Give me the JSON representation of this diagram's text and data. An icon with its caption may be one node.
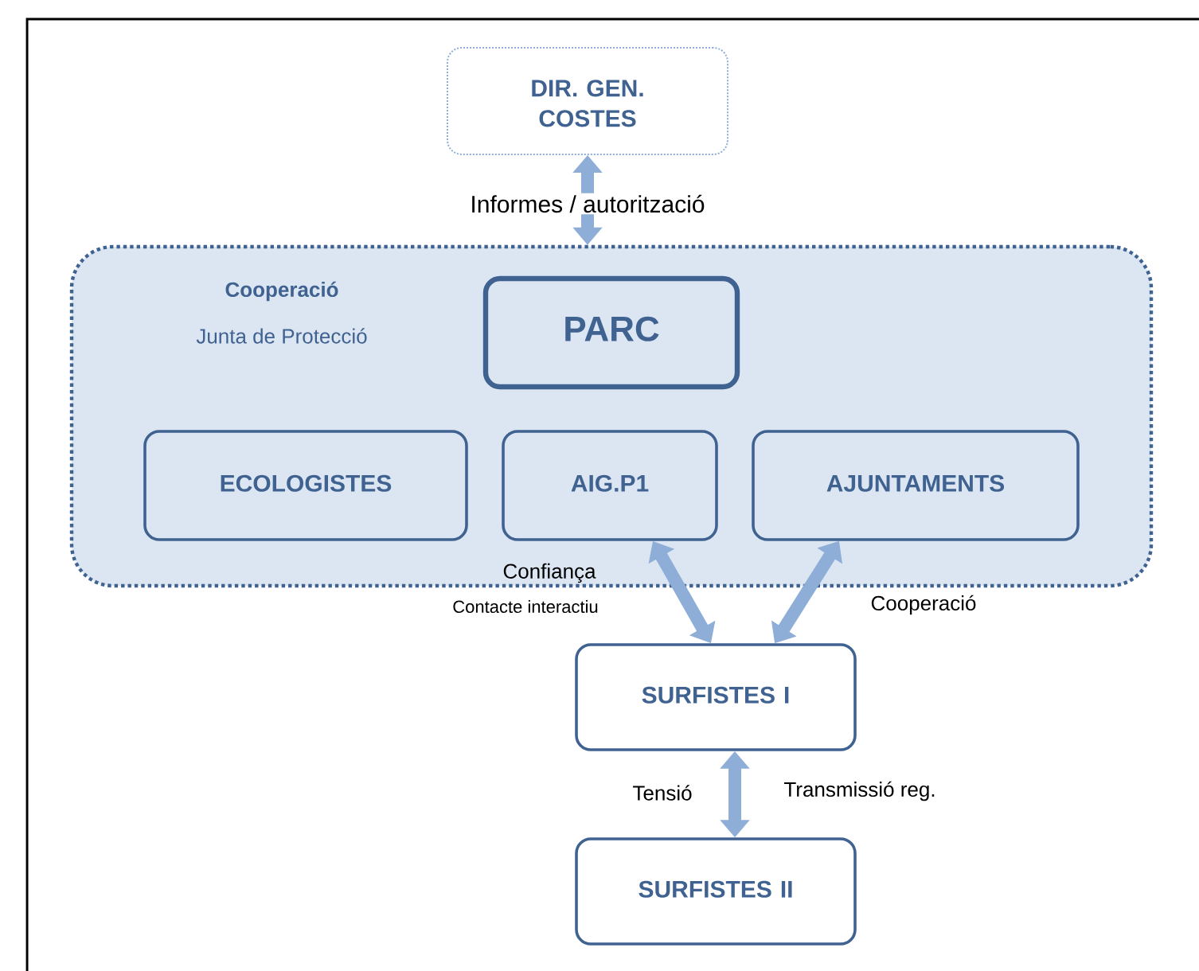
{
  "diagram": {
    "nodes": [
      {
        "text": [
          "DIR. GEN. COSTES"
        ]
      },
      {
        "text": [
          "Cooperació",
          "Junta de Protecció"
        ]
      },
      {
        "text": [
          "PARC"
        ],
        "in": 1
      },
      {
        "text": [
          "ECOLOGISTES"
        ],
        "in": 1
      },
      {
        "text": [
          "AIG.P1"
        ],
        "in": 1
      },
      {
        "text": [
          "AJUNTAMENTS"
        ],
        "in": 1
      },
      {
        "text": [
          "SURFISTES I"
        ]
      },
      {
        "text": [
          "SURFISTES II"
        ]
      }
    ],
    "edges": [
      {
        "from": 0,
        "to": 1,
        "arrow": "both",
        "label": "Informes / autorització"
      },
      {
        "from": 4,
        "to": 6,
        "arrow": "both",
        "label": "Confiança"
      },
      {
        "from": 5,
        "to": 6,
        "arrow": "both",
        "label": "Cooperació"
      },
      {
        "from": 6,
        "to": 7,
        "arrow": "both",
        "label": "Tensió"
      }
    ],
    "labels": [
      "Contacte interactiu",
      "Transmissió reg."
    ]
  }
}
